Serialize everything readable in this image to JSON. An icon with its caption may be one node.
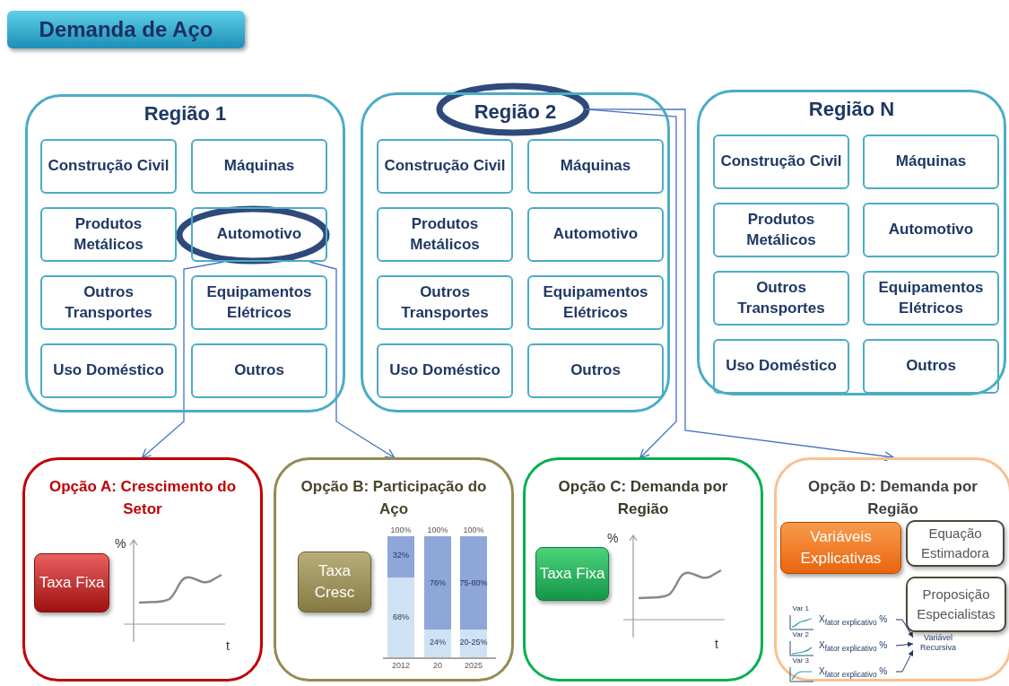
{
  "diagram": {
    "title": "Demanda de Aço",
    "nodes": [
      {
        "text": [
          "Região 1"
        ]
      },
      {
        "text": [
          "Construção Civil"
        ],
        "in": 0
      },
      {
        "text": [
          "Máquinas"
        ],
        "in": 0
      },
      {
        "text": [
          "Produtos Metálicos"
        ],
        "in": 0
      },
      {
        "text": [
          "Automotivo"
        ],
        "in": 0
      },
      {
        "text": [
          "Outros Transportes"
        ],
        "in": 0
      },
      {
        "text": [
          "Equipamentos Elétricos"
        ],
        "in": 0
      },
      {
        "text": [
          "Uso Doméstico"
        ],
        "in": 0
      },
      {
        "text": [
          "Outros"
        ],
        "in": 0
      },
      {
        "text": [
          "Região 2"
        ]
      },
      {
        "text": [
          "Construção Civil"
        ],
        "in": 9
      },
      {
        "text": [
          "Máquinas"
        ],
        "in": 9
      },
      {
        "text": [
          "Produtos Metálicos"
        ],
        "in": 9
      },
      {
        "text": [
          "Automotivo"
        ],
        "in": 9
      },
      {
        "text": [
          "Outros Transportes"
        ],
        "in": 9
      },
      {
        "text": [
          "Equipamentos Elétricos"
        ],
        "in": 9
      },
      {
        "text": [
          "Uso Doméstico"
        ],
        "in": 9
      },
      {
        "text": [
          "Outros"
        ],
        "in": 9
      },
      {
        "text": [
          "Região N"
        ]
      },
      {
        "text": [
          "Construção Civil"
        ],
        "in": 18
      },
      {
        "text": [
          "Máquinas"
        ],
        "in": 18
      },
      {
        "text": [
          "Produtos Metálicos"
        ],
        "in": 18
      },
      {
        "text": [
          "Automotivo"
        ],
        "in": 18
      },
      {
        "text": [
          "Outros Transportes"
        ],
        "in": 18
      },
      {
        "text": [
          "Equipamentos Elétricos"
        ],
        "in": 18
      },
      {
        "text": [
          "Uso Doméstico"
        ],
        "in": 18
      },
      {
        "text": [
          "Outros"
        ],
        "in": 18
      },
      {
        "text": [
          "Opção A: Crescimento do Setor"
        ]
      },
      {
        "text": [
          "Taxa Fixa"
        ],
        "in": 27
      },
      {
        "text": [
          "Opção B: Participação do Aço"
        ]
      },
      {
        "text": [
          "Taxa Cresc"
        ],
        "in": 29
      },
      {
        "text": [
          "Opção C: Demanda por Região"
        ]
      },
      {
        "text": [
          "Taxa Fixa"
        ],
        "in": 31
      },
      {
        "text": [
          "Opção D: Demanda por Região"
        ]
      },
      {
        "text": [
          "Variáveis Explicativas"
        ],
        "in": 33
      },
      {
        "text": [
          "Equação Estimadora"
        ],
        "in": 33
      },
      {
        "text": [
          "Proposição Especialistas"
        ],
        "in": 33
      },
      {
        "text": [
          "X$_{fator explicativo}$ %"
        ],
        "in": 33
      },
      {
        "text": [
          "X$_{fator explicativo}$ %"
        ],
        "in": 33
      },
      {
        "text": [
          "X$_{fator explicativo}$ %"
        ],
        "in": 33
      },
      {
        "text": [
          "Variável Recursiva"
        ],
        "in": 33
      }
    ],
    "edges": [
      {
        "from": 4,
        "to": 27,
        "arrow": "to"
      },
      {
        "from": 4,
        "to": 29,
        "arrow": "to"
      },
      {
        "from": 9,
        "to": 31,
        "arrow": "to"
      },
      {
        "from": 9,
        "to": 33,
        "arrow": "to"
      },
      {
        "from": 37,
        "to": 40,
        "arrow": "to",
        "color": "#1f3864"
      },
      {
        "from": 38,
        "to": 40,
        "arrow": "to",
        "color": "#1f3864"
      },
      {
        "from": 39,
        "to": 40,
        "arrow": "to",
        "color": "#1f3864"
      }
    ],
    "labels": [
      "%",
      "t",
      "100%",
      "100%",
      "100%",
      "32%",
      "76%",
      "75-80%",
      "68%",
      "24%",
      "20-25%",
      "2012",
      "20",
      "2025",
      "%",
      "t",
      "Var 1",
      "Var 2",
      "Var 3"
    ]
  }
}
